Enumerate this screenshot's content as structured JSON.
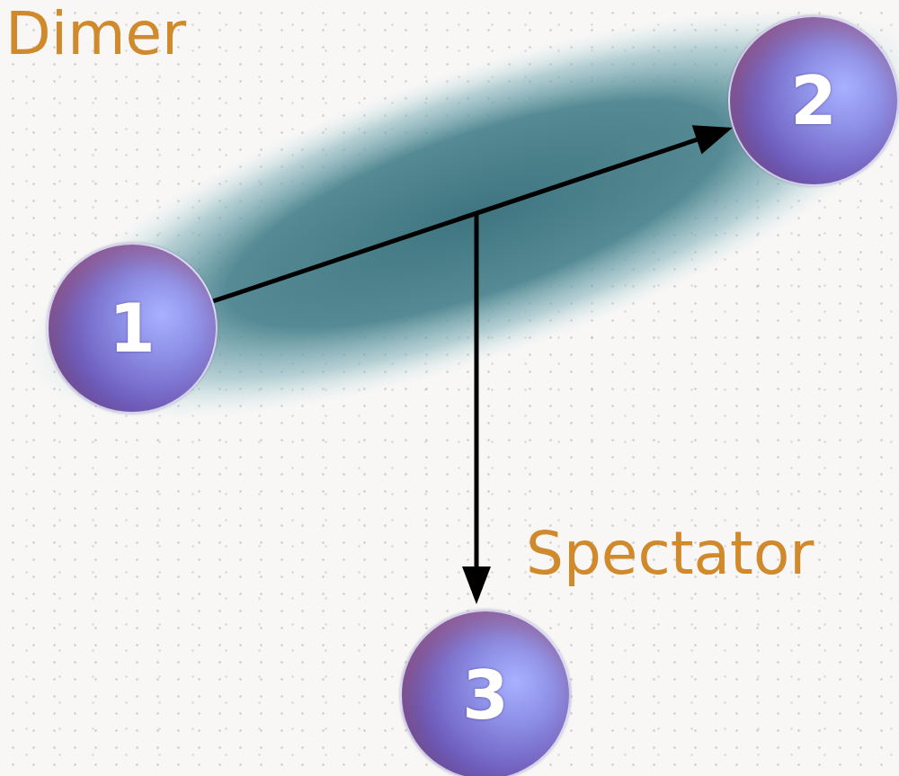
{
  "diagram": {
    "nodes": [
      {
        "text": [
          "1"
        ]
      },
      {
        "text": [
          "2"
        ]
      },
      {
        "text": [
          "3"
        ]
      }
    ],
    "edges": [
      {
        "from": 0,
        "to": 1,
        "arrow": "to"
      }
    ],
    "labels": [
      "Dimer",
      "Spectator"
    ]
  }
}
